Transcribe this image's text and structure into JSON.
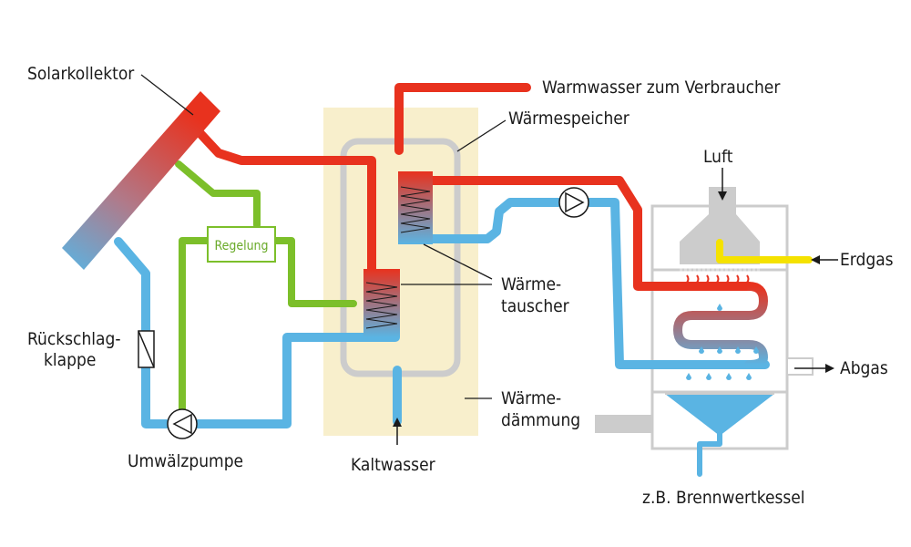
{
  "labels": {
    "solarkollektor": "Solarkollektor",
    "warmwasser": "Warmwasser zum Verbraucher",
    "waermespeicher": "Wärmespeicher",
    "luft": "Luft",
    "regelung": "Regelung",
    "erdgas": "Erdgas",
    "waermetauscher_1": "Wärme-",
    "waermetauscher_2": "tauscher",
    "rueckschlag_1": "Rückschlag-",
    "rueckschlag_2": "klappe",
    "abgas": "Abgas",
    "waermedaemmung_1": "Wärme-",
    "waermedaemmung_2": "dämmung",
    "umwaelzpumpe": "Umwälzpumpe",
    "kaltwasser": "Kaltwasser",
    "brennwertkessel": "z.B. Brennwertkessel"
  },
  "colors": {
    "hot": "#e8321e",
    "cold": "#5ab4e3",
    "control": "#7cbf2a",
    "insulation": "#f8efcc",
    "tank": "#cccccc",
    "gas": "#f5e200",
    "flame": "#e8321e"
  }
}
